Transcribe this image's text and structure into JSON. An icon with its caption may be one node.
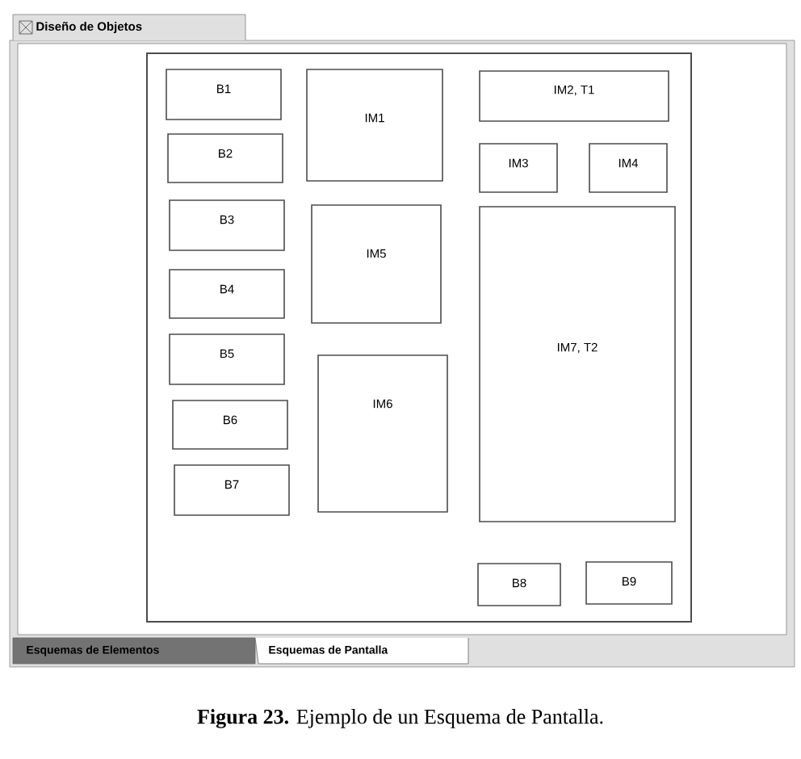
{
  "diagram": {
    "caption": "**Figura 23.** Ejemplo de un Esquema de Pantalla.",
    "nodes": [
      {
        "text": [],
        "shape": "box"
      },
      {
        "text": [
          "B1"
        ],
        "in": 0
      },
      {
        "text": [
          "B2"
        ],
        "in": 0
      },
      {
        "text": [
          "B3"
        ],
        "in": 0
      },
      {
        "text": [
          "B4"
        ],
        "in": 0
      },
      {
        "text": [
          "B5"
        ],
        "in": 0
      },
      {
        "text": [
          "B6"
        ],
        "in": 0
      },
      {
        "text": [
          "B7"
        ],
        "in": 0
      },
      {
        "text": [
          "IM1"
        ],
        "in": 0
      },
      {
        "text": [
          "IM5"
        ],
        "in": 0
      },
      {
        "text": [
          "IM6"
        ],
        "in": 0
      },
      {
        "text": [
          "IM2, T1"
        ],
        "in": 0
      },
      {
        "text": [
          "IM3"
        ],
        "in": 0
      },
      {
        "text": [
          "IM4"
        ],
        "in": 0
      },
      {
        "text": [
          "IM7, T2"
        ],
        "in": 0
      },
      {
        "text": [
          "B8"
        ],
        "in": 0
      },
      {
        "text": [
          "B9"
        ],
        "in": 0
      }
    ],
    "labels": [
      "Diseño de Objetos",
      "Esquemas de Elementos",
      "Esquemas de Pantalla"
    ]
  }
}
